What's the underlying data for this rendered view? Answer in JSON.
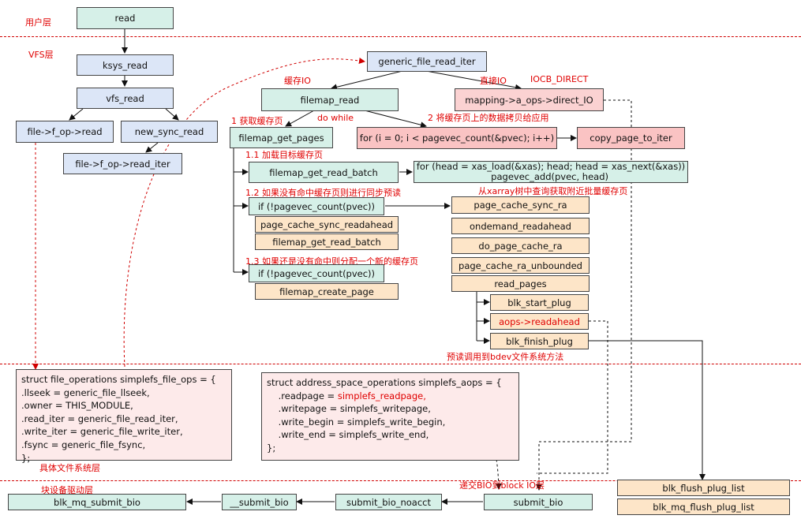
{
  "layers": {
    "user": "用户层",
    "vfs": "VFS层",
    "fs": "具体文件系统层",
    "blk": "块设备驱动层"
  },
  "boxes": {
    "read": "read",
    "ksys_read": "ksys_read",
    "vfs_read": "vfs_read",
    "fop_read": "file->f_op->read",
    "new_sync_read": "new_sync_read",
    "fop_read_iter": "file->f_op->read_iter",
    "generic_file_read_iter": "generic_file_read_iter",
    "filemap_read": "filemap_read",
    "direct_io": "mapping->a_ops->direct_IO",
    "filemap_get_pages": "filemap_get_pages",
    "copy_loop": "for (i = 0; i < pagevec_count(&pvec); i++)",
    "copy_page_to_iter": "copy_page_to_iter",
    "filemap_get_read_batch": "filemap_get_read_batch",
    "xas_loop_1": "for (head = xas_load(&xas); head; head = xas_next(&xas))",
    "xas_loop_2": "pagevec_add(pvec, head)",
    "if_pagevec_1": "if (!pagevec_count(pvec))",
    "page_cache_sync_readahead": "page_cache_sync_readahead",
    "filemap_get_read_batch_2": "filemap_get_read_batch",
    "if_pagevec_2": "if (!pagevec_count(pvec))",
    "filemap_create_page": "filemap_create_page",
    "page_cache_sync_ra": "page_cache_sync_ra",
    "ondemand_readahead": "ondemand_readahead",
    "do_page_cache_ra": "do_page_cache_ra",
    "page_cache_ra_unbounded": "page_cache_ra_unbounded",
    "read_pages": "read_pages",
    "blk_start_plug": "blk_start_plug",
    "aops_readahead": "aops->readahead",
    "blk_finish_plug": "blk_finish_plug",
    "blk_flush_plug_list": "blk_flush_plug_list",
    "blk_mq_flush_plug_list": "blk_mq_flush_plug_list",
    "submit_bio": "submit_bio",
    "submit_bio_noacct": "submit_bio_noacct",
    "__submit_bio": "__submit_bio",
    "blk_mq_submit_bio": "blk_mq_submit_bio"
  },
  "labels": {
    "cache_io": "缓存IO",
    "direct_io": "直接IO",
    "iocb_direct": "IOCB_DIRECT",
    "get_cache_page": "1 获取缓存页",
    "do_while": "do while",
    "copy_to_app": "2 将缓存页上的数据拷贝给应用",
    "load_target": "1.1 加载目标缓存页",
    "xarray_query": "从xarray树中查询获取附近批量缓存页",
    "sync_readahead": "1.2 如果没有命中缓存页则进行同步预读",
    "alloc_new": "1.3 如果还是没有命中则分配一个新的缓存页",
    "readahead_bdev": "预读调用到bdev文件系统方法",
    "submit_to_block": "递交BIO到block IO层"
  },
  "file_ops": {
    "lines": [
      "struct file_operations simplefs_file_ops = {",
      "    .llseek = generic_file_llseek,",
      "    .owner = THIS_MODULE,",
      "    .read_iter = generic_file_read_iter,",
      "    .write_iter = generic_file_write_iter,",
      "    .fsync = generic_file_fsync,",
      "};"
    ]
  },
  "aops": {
    "line0": "struct address_space_operations simplefs_aops = {",
    "readpage_prefix": "    .readpage = ",
    "readpage_value": "simplefs_readpage,",
    "line2": "    .writepage = simplefs_writepage,",
    "line3": "    .write_begin = simplefs_write_begin,",
    "line4": "    .write_end = simplefs_write_end,",
    "line5": "};"
  },
  "colors": {
    "teal": "#d6f0e8",
    "blue": "#dce6f7",
    "peach": "#fde5c8",
    "pink": "#fbd2d2",
    "accent_red": "#e00000"
  }
}
